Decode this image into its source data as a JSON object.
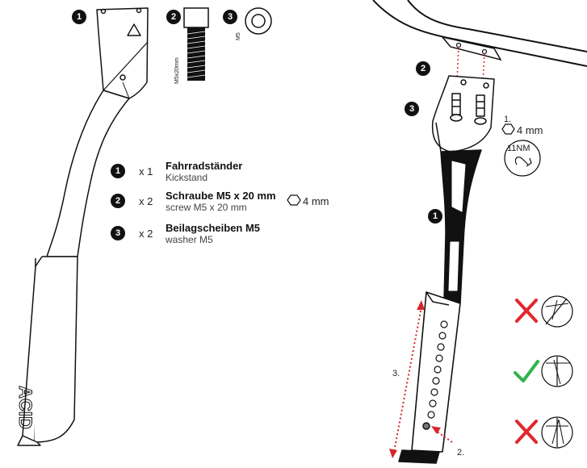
{
  "parts_list": {
    "items": [
      {
        "number": "1",
        "quantity": "x 1",
        "name_de": "Fahrradständer",
        "name_en": "Kickstand",
        "tool": ""
      },
      {
        "number": "2",
        "quantity": "x 2",
        "name_de": "Schraube M5 x 20 mm",
        "name_en": "screw M5 x 20 mm",
        "tool": "4 mm"
      },
      {
        "number": "3",
        "quantity": "x 2",
        "name_de": "Beilagscheiben M5",
        "name_en": "washer M5",
        "tool": ""
      }
    ]
  },
  "part_callouts": {
    "screw_label": "M5x20mm",
    "washer_label": "M5",
    "kickstand_brand": "ACID"
  },
  "assembly": {
    "callouts": [
      "2",
      "3",
      "1"
    ],
    "step1_number": "1.",
    "step1_tool": "4 mm",
    "torque": "11NM",
    "step2_number": "2.",
    "step3_number": "3."
  },
  "colors": {
    "wrong": "#e3262b",
    "right": "#2fb34a",
    "line": "#111111",
    "guide": "#d6262b"
  },
  "icons": [
    "hex-key-icon",
    "torque-wrench-icon",
    "cross-mark-icon",
    "check-mark-icon"
  ]
}
